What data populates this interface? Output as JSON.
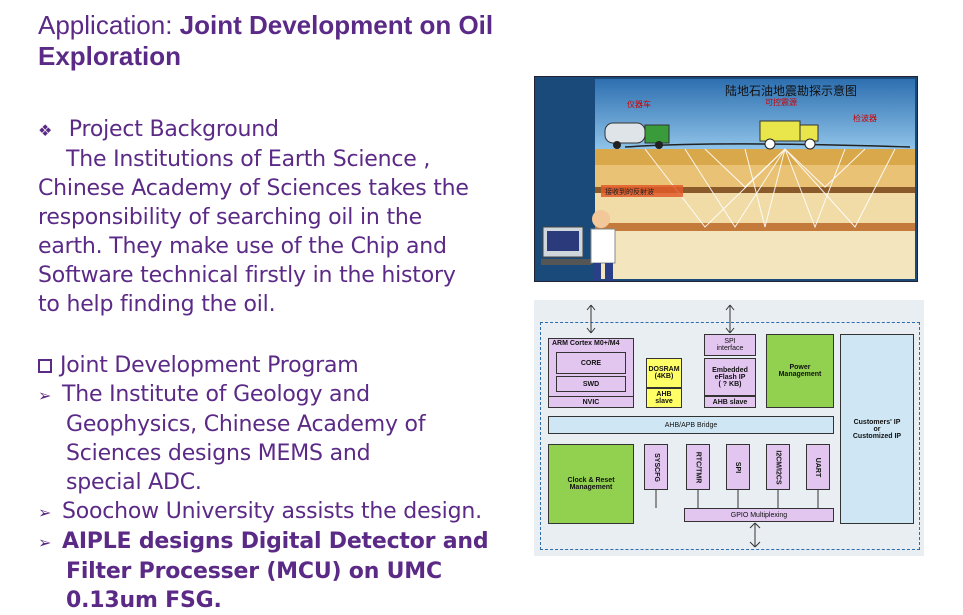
{
  "title": {
    "prefix": "Application:",
    "bold_line1": "Joint Development on Oil",
    "bold_line2": "Exploration"
  },
  "background": {
    "heading": "Project Background",
    "lines": [
      "The Institutions of Earth Science ,",
      "Chinese Academy of Sciences takes the",
      "responsibility of searching oil in the",
      "earth. They make use of the Chip and",
      "Software technical firstly in the history",
      "to help finding the oil."
    ]
  },
  "program": {
    "heading": "Joint Development Program",
    "item1": [
      "The Institute of Geology and",
      "Geophysics, Chinese Academy of",
      "Sciences designs MEMS and",
      "special ADC."
    ],
    "item2": [
      "Soochow University assists the design."
    ],
    "item3": [
      "AIPLE designs Digital Detector and",
      "Filter Processer (MCU) on UMC",
      "0.13um FSG."
    ]
  },
  "seismic": {
    "title": "陆地石油地震勘探示意图",
    "label_truck": "仪器车",
    "label_source": "可控震源",
    "label_geophone": "检波器",
    "label_reflection": "接收到的反射波"
  },
  "diagram": {
    "arm": "ARM Cortex M0+/M4",
    "core": "CORE",
    "swd": "SWD",
    "nvic": "NVIC",
    "dosram": "DOSRAM\n(4KB)",
    "ahb_slave1": "AHB\nslave",
    "spi_interface": "SPI\ninterface",
    "eflash": "Embedded\neFlash IP\n( ? KB)",
    "ahb_slave2": "AHB slave",
    "power": "Power\nManagement",
    "customers": "Customers' IP\nor\nCustomized IP",
    "bridge": "AHB/APB Bridge",
    "clock": "Clock & Reset\nManagement",
    "syscfg": "SYSCFG",
    "rtc": "RTC/TMR",
    "spi": "SPI",
    "i2cm": "I2CM/I2CS",
    "uart": "UART",
    "gpio": "GPIO Multiplexing"
  },
  "colors": {
    "text": "#5b2a86",
    "green": "#92d050",
    "yellow": "#ffff66",
    "lavender": "#e2c6f0",
    "lightblue": "#cfe7f5"
  }
}
